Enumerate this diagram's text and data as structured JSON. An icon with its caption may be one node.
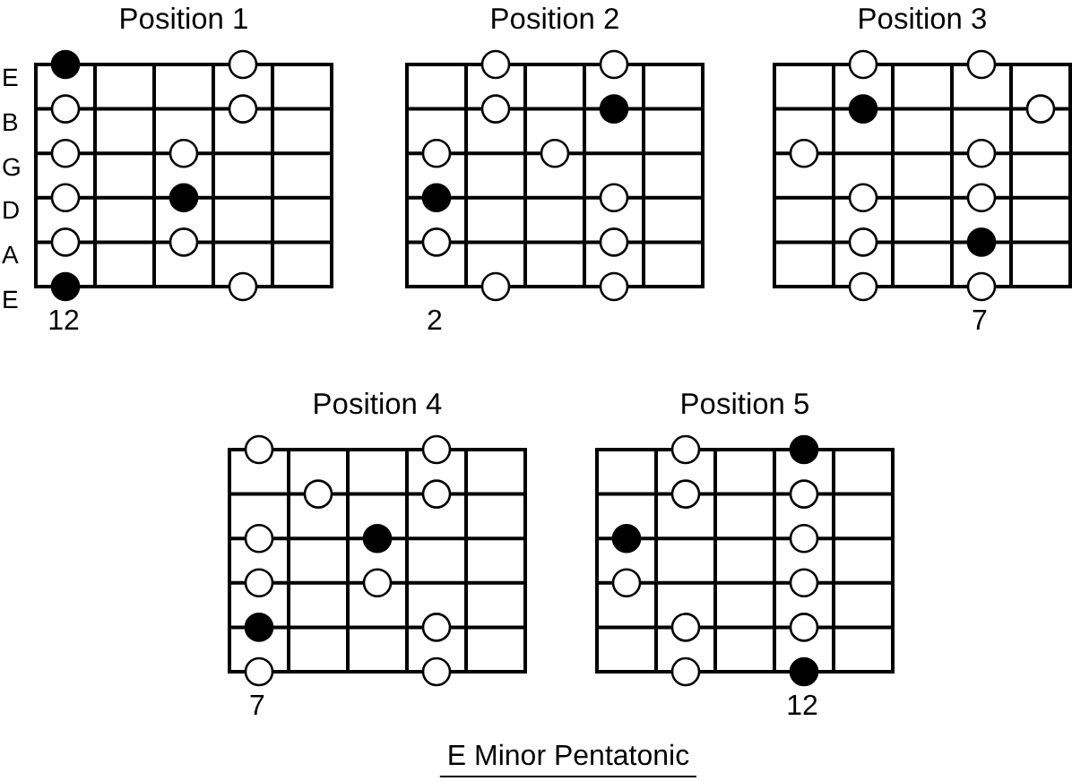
{
  "diagram": {
    "caption": "E Minor Pentatonic",
    "nodes": [
      {
        "text": [
          "Position 1"
        ],
        "beside": [
          "E",
          "B",
          "G",
          "D",
          "A",
          "E",
          "12"
        ]
      },
      {
        "text": [
          "Position 2"
        ],
        "beside": [
          "2"
        ]
      },
      {
        "text": [
          "Position 3"
        ],
        "beside": [
          "7"
        ]
      },
      {
        "text": [
          "Position 4"
        ],
        "beside": [
          "7"
        ]
      },
      {
        "text": [
          "Position 5"
        ],
        "beside": [
          "12"
        ]
      }
    ]
  }
}
